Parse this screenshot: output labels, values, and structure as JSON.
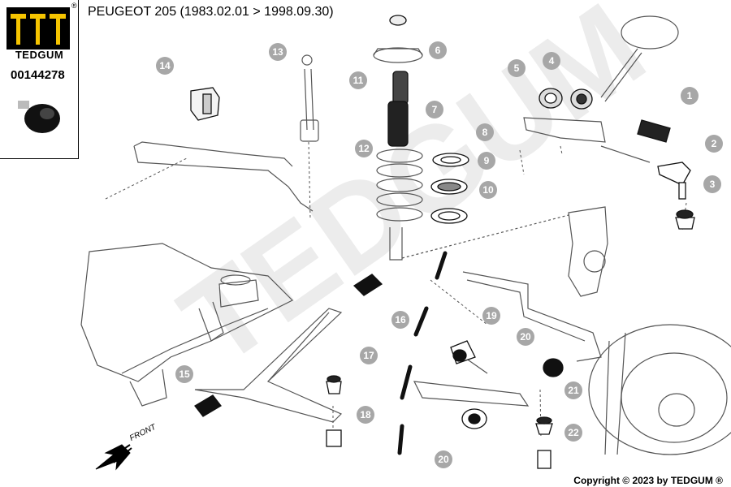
{
  "brand": {
    "name": "TEDGUM",
    "registered": "®",
    "part_number": "00144278"
  },
  "title": "PEUGEOT 205  (1983.02.01 > 1998.09.30)",
  "copyright": "Copyright © 2023 by TEDGUM ®",
  "watermark": "TEDGUM",
  "front_label": "FRONT",
  "callouts": [
    "1",
    "2",
    "3",
    "4",
    "5",
    "6",
    "7",
    "8",
    "9",
    "10",
    "11",
    "12",
    "13",
    "14",
    "15",
    "16",
    "17",
    "18",
    "19",
    "20",
    "20",
    "21",
    "22"
  ],
  "colors": {
    "callout_fill": "#a7a7a7",
    "line": "#333333",
    "watermark": "#ececec",
    "part_dark": "#1a1a1a"
  }
}
